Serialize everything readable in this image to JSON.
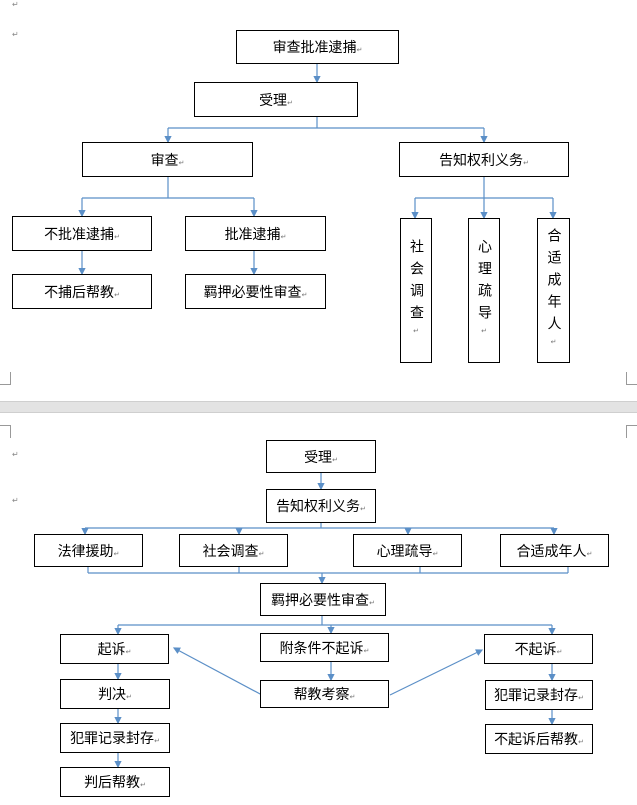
{
  "page1": {
    "nodes": {
      "approve_review": "审查批准逮捕",
      "accept": "受理",
      "review": "审查",
      "inform": "告知权利义务",
      "not_arrest": "不批准逮捕",
      "arrest": "批准逮捕",
      "help_after_not_arrest": "不捕后帮教",
      "detention_review": "羁押必要性审查",
      "social_survey": "社会调查",
      "psych": "心理疏导",
      "adult": "合适成年人"
    }
  },
  "page2": {
    "nodes": {
      "accept": "受理",
      "inform": "告知权利义务",
      "legal_aid": "法律援助",
      "social_survey": "社会调查",
      "psych": "心理疏导",
      "adult": "合适成年人",
      "detention_review": "羁押必要性审查",
      "prosecute": "起诉",
      "conditional": "附条件不起诉",
      "not_prosecute": "不起诉",
      "verdict": "判决",
      "seal_left": "犯罪记录封存",
      "help_after_verdict": "判后帮教",
      "probation": "帮教考察",
      "seal_right": "犯罪记录封存",
      "help_after_not_prosecute": "不起诉后帮教"
    }
  },
  "colors": {
    "connector": "#5b8fc7",
    "border": "#000000",
    "page_break": "#e3e3e3"
  }
}
